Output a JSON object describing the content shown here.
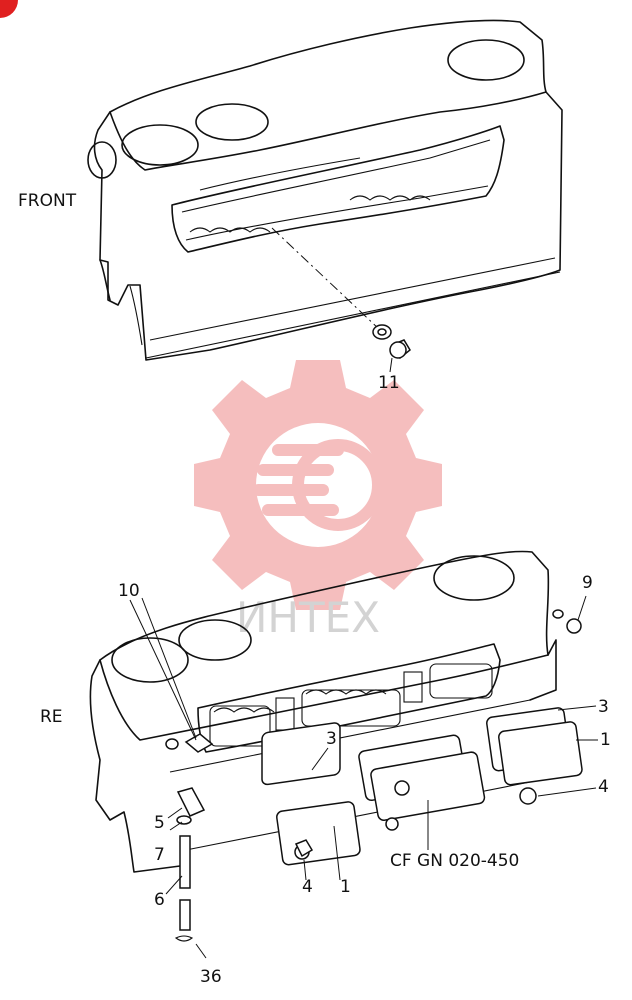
{
  "watermark": {
    "text": "ИНТЕХ",
    "color": "#f4b8b8"
  },
  "views": [
    {
      "id": "upper",
      "label": "FRONT"
    },
    {
      "id": "lower",
      "label": "RE"
    }
  ],
  "callouts": {
    "upper_11": "11",
    "c10": "10",
    "c9": "9",
    "c3_left": "3",
    "c3_right": "3",
    "c1_right": "1",
    "c4_right": "4",
    "c5": "5",
    "c7": "7",
    "c6": "6",
    "c36": "36",
    "c4_left": "4",
    "c1_left": "1",
    "cf_note": "CF GN 020-450"
  },
  "colors": {
    "ink": "#111111",
    "badge": "#e02020"
  }
}
